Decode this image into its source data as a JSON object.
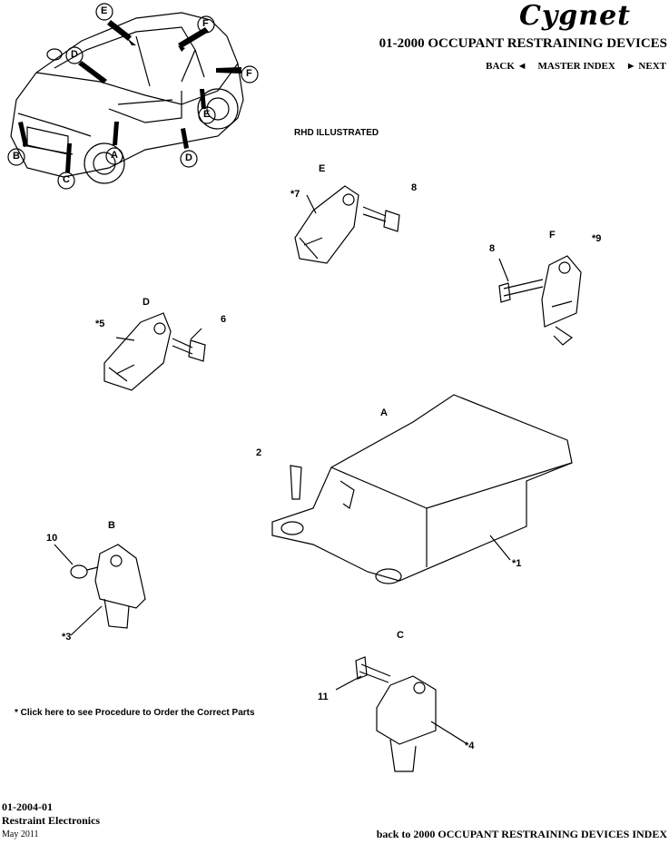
{
  "header": {
    "logo": "Cygnet",
    "title": "01-2000 OCCUPANT RESTRAINING DEVICES",
    "nav": {
      "back": "BACK ◄",
      "master": "MASTER INDEX",
      "next": "► NEXT"
    }
  },
  "rhd_note": "RHD ILLUSTRATED",
  "vehicle_callouts": [
    "E",
    "F",
    "D",
    "F",
    "E",
    "A",
    "D",
    "B",
    "C"
  ],
  "components": {
    "A": {
      "letter": "A",
      "part": "*1",
      "bolt": "2"
    },
    "B": {
      "letter": "B",
      "part": "*3",
      "nut": "10"
    },
    "C": {
      "letter": "C",
      "part": "*4",
      "bolt": "11"
    },
    "D": {
      "letter": "D",
      "part": "*5",
      "bolt": "6"
    },
    "E": {
      "letter": "E",
      "part": "*7",
      "bolt": "8"
    },
    "F": {
      "letter": "F",
      "part": "*9",
      "bolt": "8"
    }
  },
  "order_note": "* Click here to see Procedure to Order the Correct Parts",
  "footer": {
    "code": "01-2004-01",
    "subtitle": "Restraint Electronics",
    "date": "May 2011",
    "back_link": "back to 2000 OCCUPANT RESTRAINING DEVICES INDEX"
  }
}
